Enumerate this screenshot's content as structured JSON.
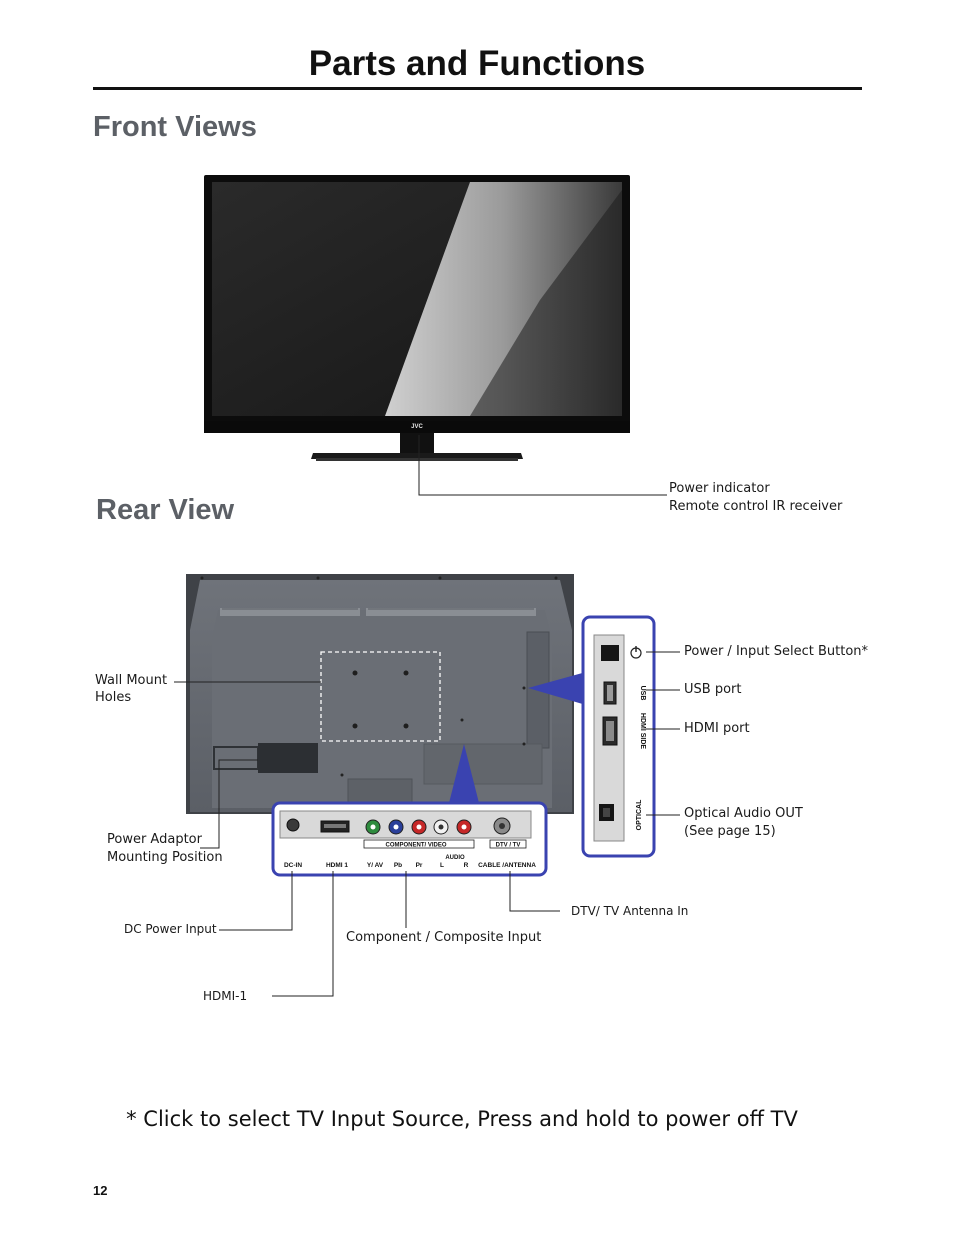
{
  "page": {
    "title": "Parts and Functions",
    "page_number": "12"
  },
  "front_views": {
    "heading": "Front Views",
    "brand_logo": "JVC",
    "callouts": {
      "power_indicator": "Power indicator",
      "ir_receiver": "Remote control IR receiver"
    }
  },
  "rear_view": {
    "heading": "Rear View",
    "callouts": {
      "wall_mount_line1": "Wall Mount",
      "wall_mount_line2": "Holes",
      "power_adaptor_line1": "Power Adaptor",
      "power_adaptor_line2": "Mounting Position",
      "dc_power_input": "DC Power Input",
      "hdmi_1": "HDMI-1",
      "component_composite_input": "Component / Composite Input",
      "dtv_antenna_in": "DTV/ TV Antenna In",
      "power_input_select_button": "Power / Input Select Button*",
      "usb_port": "USB port",
      "hdmi_port": "HDMI port",
      "optical_audio_out_line1": "Optical Audio OUT",
      "optical_audio_out_line2": "(See page 15)"
    },
    "bottom_panel_labels": {
      "component_video": "COMPONENT/ VIDEO",
      "dtv_tv": "DTV / TV",
      "audio": "AUDIO",
      "dc_in": "DC-IN",
      "hdmi1": "HDMI 1",
      "y_av": "Y/ AV",
      "pb": "Pb",
      "pr": "Pr",
      "audio_l": "L",
      "audio_r": "R",
      "cable_antenna": "CABLE /ANTENNA"
    },
    "side_panel_labels": {
      "usb": "USB",
      "hdmi_side": "HDMI SIDE",
      "optical": "OPTICAL"
    }
  },
  "footnote": "* Click to select TV Input Source, Press and hold to power off TV",
  "colors": {
    "highlight_blue": "#3a43b0",
    "rca_green": "#2e8b3e",
    "rca_blue": "#2a3f9a",
    "rca_red": "#c62828",
    "rca_white": "#f2f2f2"
  }
}
